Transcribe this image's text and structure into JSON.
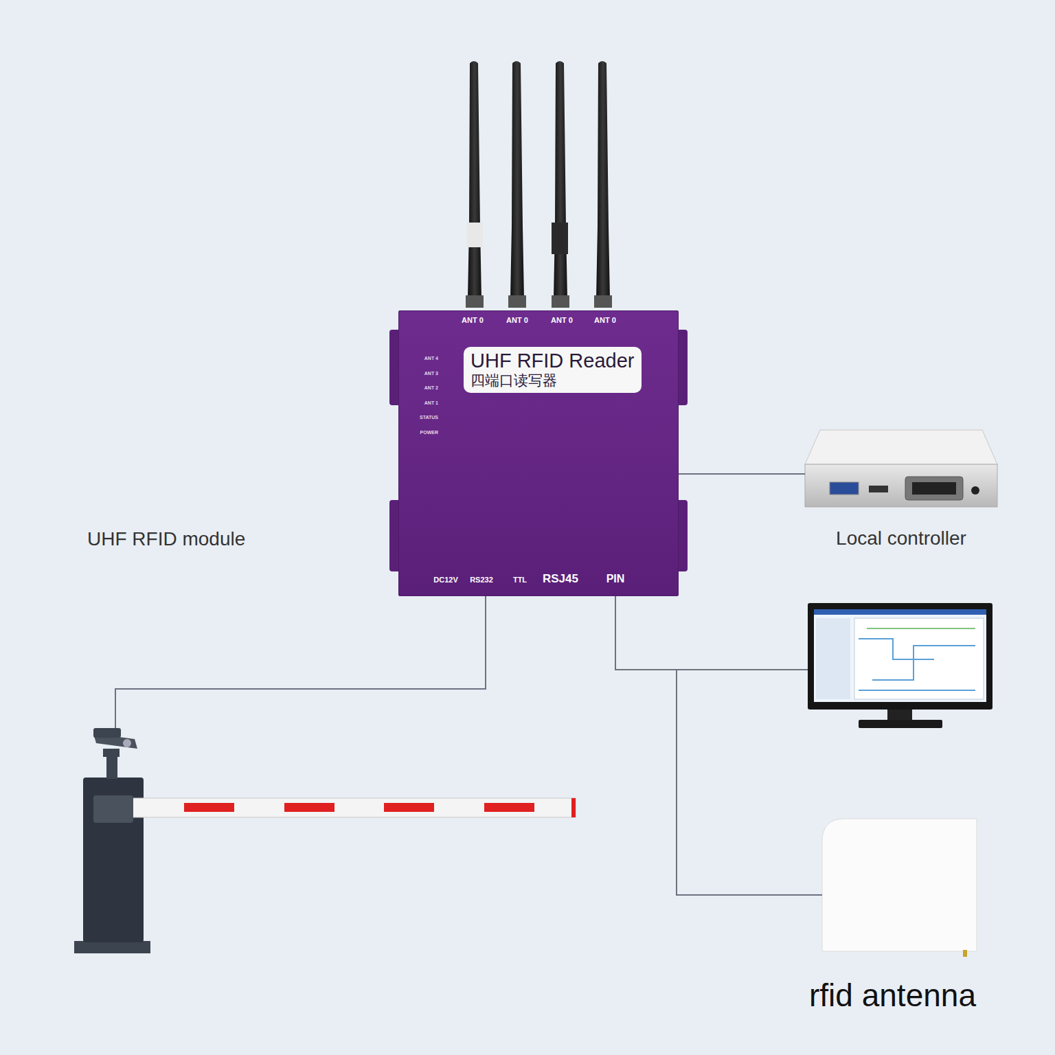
{
  "diagram": {
    "nodes": [
      {
        "text": [
          "UHF RFID Reader",
          "四端口读写器"
        ]
      },
      {
        "text": [
          "Local controller"
        ]
      },
      {
        "text": [
          "rfid antenna"
        ]
      }
    ],
    "edges": [
      {
        "from": 0,
        "to": 1,
        "arrow": "none"
      },
      {
        "from": 0,
        "to": 2,
        "arrow": "none"
      }
    ],
    "labels": [
      "ANT 0",
      "ANT 0",
      "ANT 0",
      "ANT 0",
      "ANT 4",
      "ANT 3",
      "ANT 2",
      "ANT 1",
      "STATUS",
      "POWER",
      "DC12V",
      "RS232",
      "TTL",
      "RSJ45",
      "PIN",
      "UHF RFID module"
    ]
  }
}
